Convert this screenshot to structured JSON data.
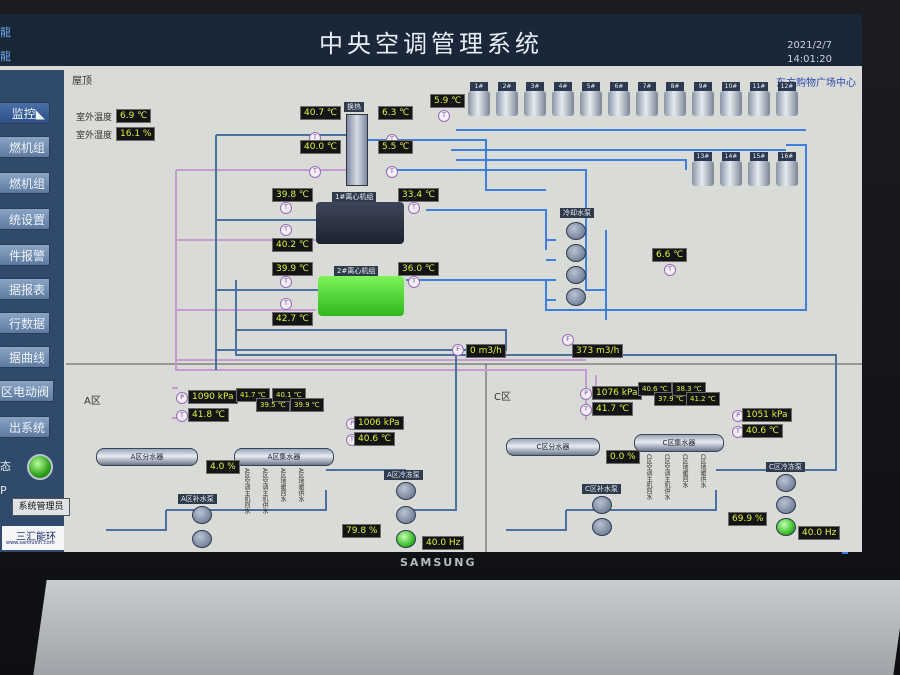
{
  "window": {
    "title": "中央空调管理系统",
    "date": "2021/2/7",
    "time": "14:01:20",
    "org": "东方购物广场中心",
    "corner_top": "龍",
    "corner_bottom": "龍"
  },
  "sidebar": {
    "items": [
      {
        "label": "监控",
        "active": true
      },
      {
        "label": "燃机组"
      },
      {
        "label": "燃机组"
      },
      {
        "label": "统设置"
      },
      {
        "label": "件报警"
      },
      {
        "label": "据报表"
      },
      {
        "label": "行数据"
      },
      {
        "label": "据曲线"
      },
      {
        "label": "区电动阀"
      },
      {
        "label": "出系统"
      }
    ],
    "status_label": "态",
    "user_prefix": "P",
    "user": "系统管理员",
    "brand": "三汇能环",
    "brand_url": "www.sanhuinh.com"
  },
  "roof": {
    "label": "屋顶",
    "outdoor_temp_label": "室外温度",
    "outdoor_temp": "6.9 ℃",
    "outdoor_humidity_label": "室外湿度",
    "outdoor_humidity": "16.1 %"
  },
  "plant": {
    "t1": "40.7 ℃",
    "t2": "40.0 ℃",
    "t3": "6.3 ℃",
    "t4": "5.5 ℃",
    "t5": "5.9 ℃",
    "collector_label": "换热",
    "chiller1_label": "1#离心机组",
    "chiller1_in": "39.8 ℃",
    "chiller1_out": "33.4 ℃",
    "chiller1_ret": "40.2 ℃",
    "chiller2_label": "2#离心机组",
    "chiller2_in": "39.9 ℃",
    "chiller2_out": "36.0 ℃",
    "chiller2_ret": "42.7 ℃",
    "cooling_pump_label": "冷却水泵",
    "cooling_temp": "6.6 ℃",
    "flow1": "0 m3/h",
    "flow2": "373 m3/h"
  },
  "towers": [
    "1#",
    "2#",
    "3#",
    "4#",
    "5#",
    "6#",
    "7#",
    "8#",
    "9#",
    "10#",
    "11#",
    "12#",
    "13#",
    "14#",
    "15#",
    "16#"
  ],
  "zone_a": {
    "label": "A区",
    "pressure1": "1090 kPa",
    "temp1": "41.8 ℃",
    "sub_temps": [
      "41.7 ℃",
      "39.5 ℃",
      "40.1 ℃",
      "39.9 ℃"
    ],
    "dist_label": "A区分水器",
    "coll_label": "A区集水器",
    "valve": "4.0 %",
    "pressure2": "1006 kPa",
    "temp2": "40.6 ℃",
    "branches": [
      "A区空调主机回水",
      "A区空调主机供水",
      "A区地暖回水",
      "A区地暖供水"
    ],
    "pump_label": "A区冷冻泵",
    "circ_label": "A区补水泵",
    "valve2": "79.8 %",
    "freq": "40.0 Hz"
  },
  "zone_c": {
    "label": "C区",
    "pressure1": "1076 kPa",
    "temp1": "41.7 ℃",
    "sub_temps": [
      "40.6 ℃",
      "37.9 ℃",
      "38.3 ℃",
      "41.2 ℃"
    ],
    "dist_label": "C区分水器",
    "coll_label": "C区集水器",
    "valve": "0.0 %",
    "pressure2": "1051 kPa",
    "temp2": "40.6 ℃",
    "branches": [
      "C区空调主机回水",
      "C区空调主机供水",
      "C区地暖回水",
      "C区地暖供水"
    ],
    "pump_label": "C区冷冻泵",
    "circ_label": "C区补水泵",
    "valve2": "69.9 %",
    "freq": "40.0 Hz"
  },
  "monitor_brand": "SAMSUNG"
}
